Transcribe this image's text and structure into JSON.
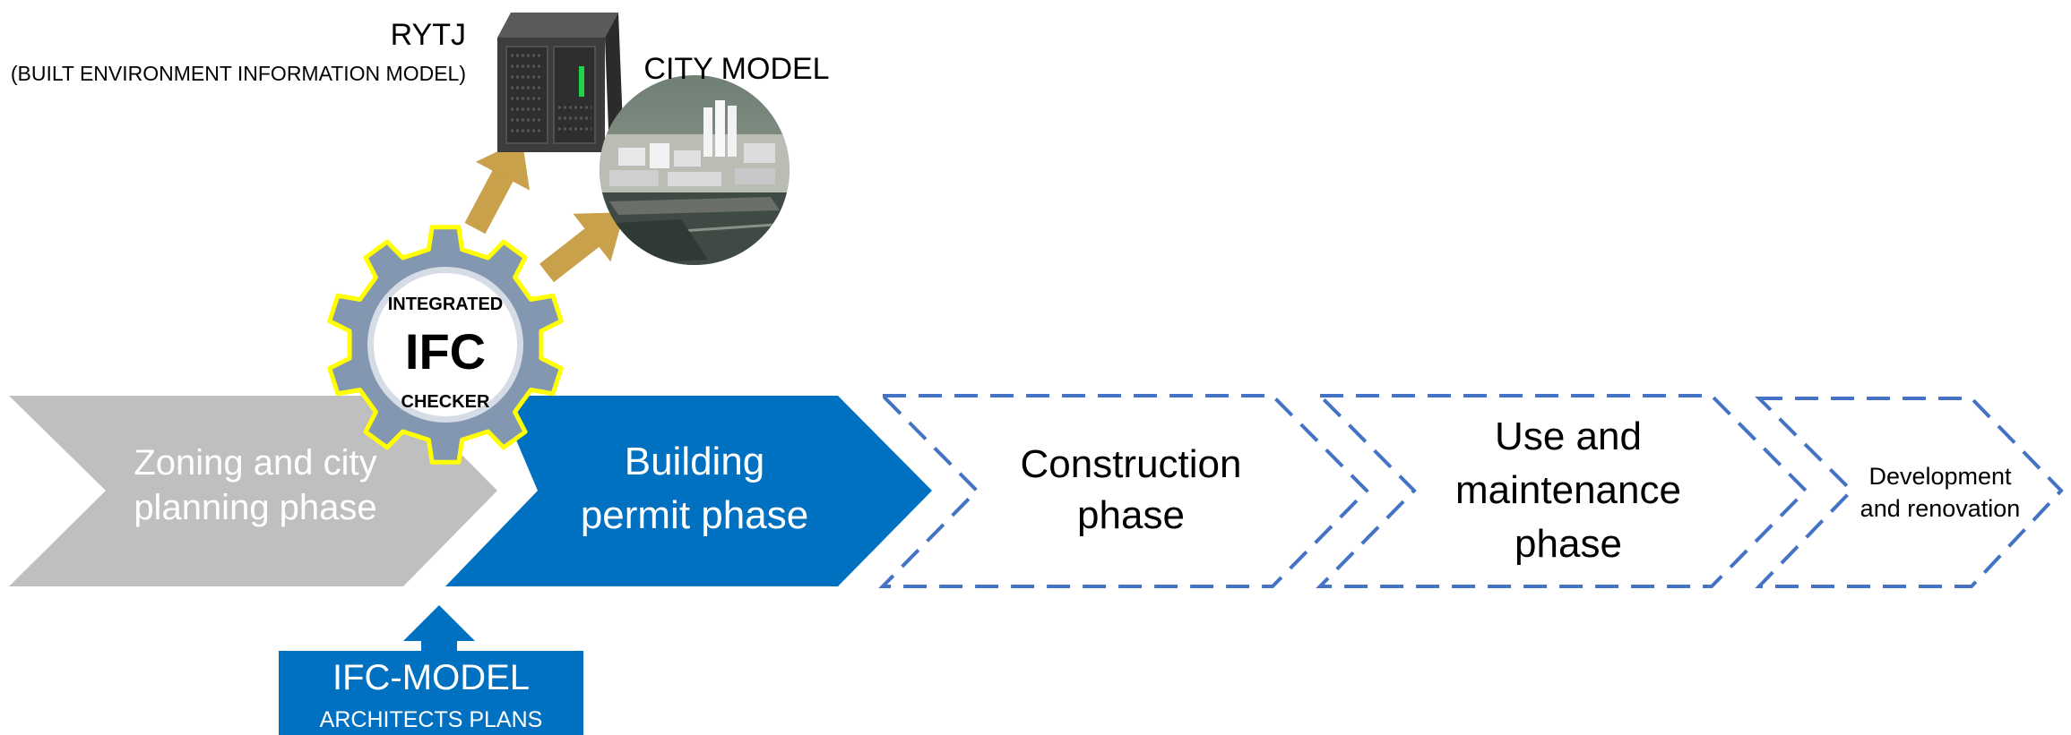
{
  "rytj": {
    "title": "RYTJ",
    "subtitle": "(BUILT ENVIRONMENT INFORMATION MODEL)"
  },
  "city_model": {
    "title": "CITY MODEL"
  },
  "checker": {
    "line1": "INTEGRATED",
    "line2": "IFC",
    "line3": "CHECKER"
  },
  "phases": [
    {
      "lines": [
        "Zoning and city",
        "planning phase"
      ]
    },
    {
      "lines": [
        "Building",
        "permit phase"
      ]
    },
    {
      "lines": [
        "Construction",
        "phase"
      ]
    },
    {
      "lines": [
        "Use and",
        "maintenance",
        "phase"
      ]
    },
    {
      "lines": [
        "Development",
        "and renovation"
      ]
    }
  ],
  "ifc_model": {
    "title": "IFC-MODEL",
    "subtitle": "ARCHITECTS PLANS"
  },
  "colors": {
    "zoning_fill": "#bfbfbf",
    "permit_fill": "#0070c0",
    "dashed_outline": "#4472c4",
    "gear_fill": "#8497b0",
    "gear_outline": "#ffff00",
    "arrow_gold": "#c9a14a"
  }
}
